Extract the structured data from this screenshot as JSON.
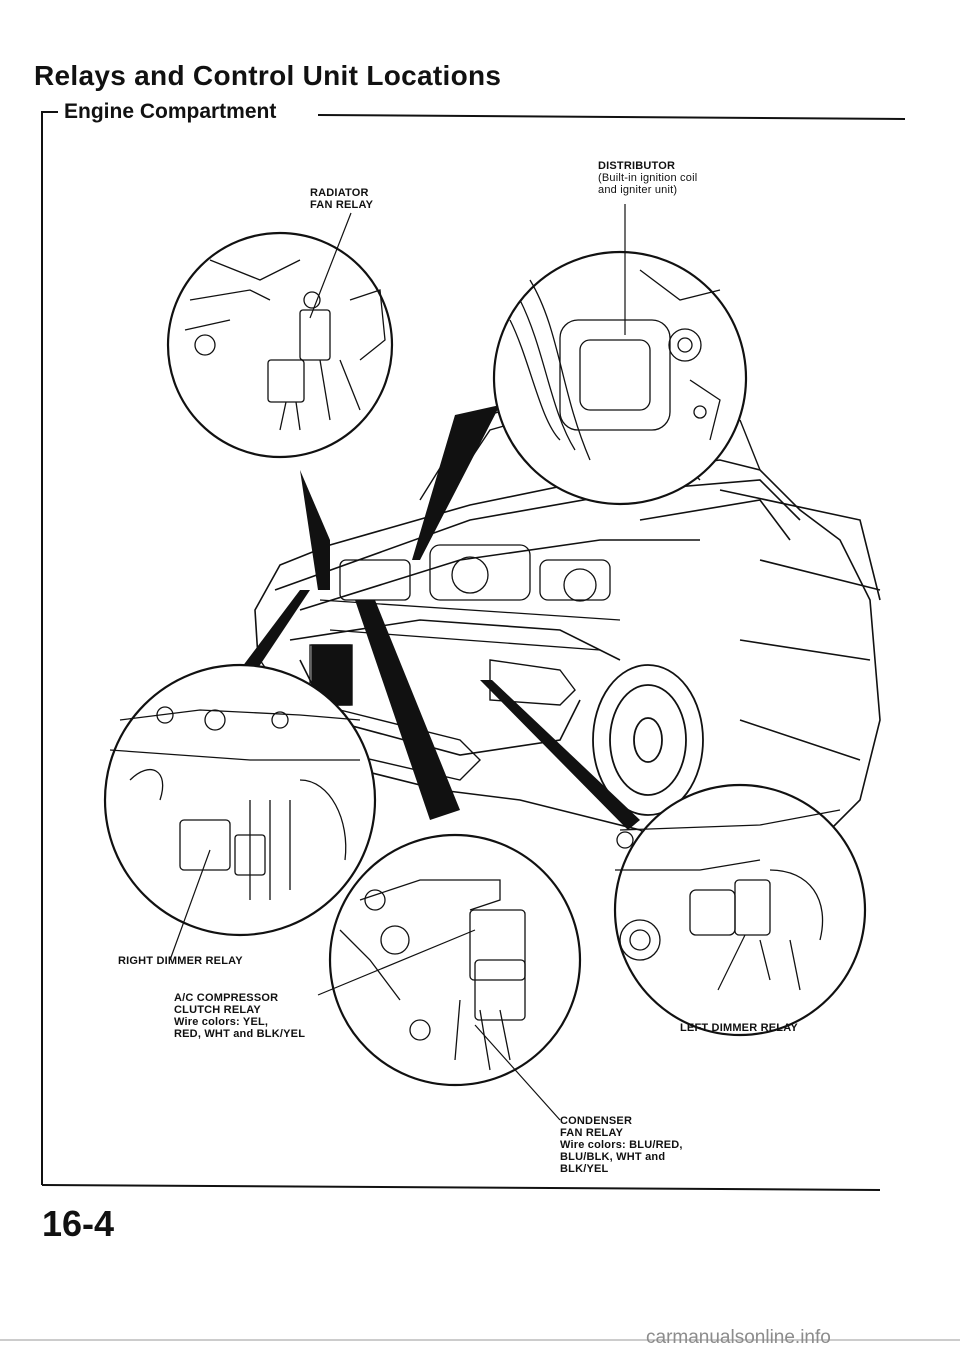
{
  "page": {
    "title": "Relays and Control Unit Locations",
    "section": "Engine Compartment",
    "page_number": "16-4",
    "watermark": "carmanualsonline.info"
  },
  "labels": {
    "radiator_fan_relay": [
      "RADIATOR",
      "FAN RELAY"
    ],
    "distributor": [
      "DISTRIBUTOR",
      "(Built-in ignition coil",
      "and igniter unit)"
    ],
    "right_dimmer_relay": [
      "RIGHT DIMMER RELAY"
    ],
    "ac_compressor_clutch_relay": [
      "A/C COMPRESSOR",
      "CLUTCH RELAY",
      "Wire colors: YEL,",
      "RED, WHT and BLK/YEL"
    ],
    "left_dimmer_relay": [
      "LEFT DIMMER RELAY"
    ],
    "condenser_fan_relay": [
      "CONDENSER",
      "FAN RELAY",
      "Wire colors: BLU/RED,",
      "BLU/BLK, WHT and",
      "BLK/YEL"
    ]
  }
}
